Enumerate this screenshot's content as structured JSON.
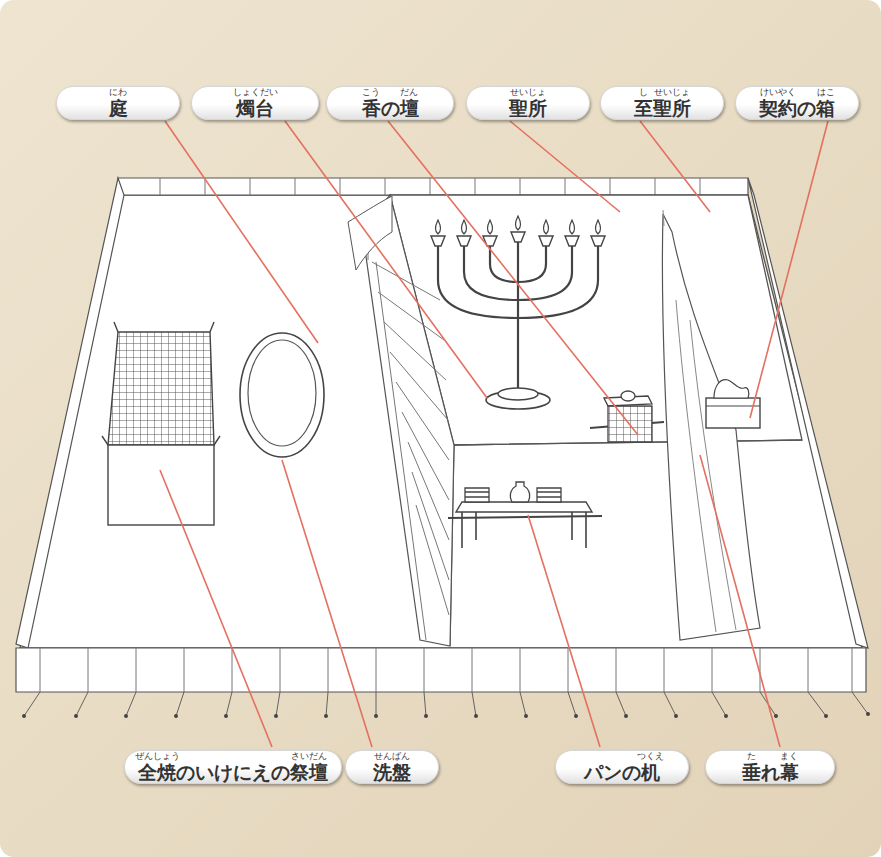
{
  "diagram": {
    "nodes": [
      {
        "text": [
          "庭",
          "にわ"
        ]
      },
      {
        "text": [
          "燭台",
          "しょくだい"
        ]
      },
      {
        "text": [
          "香の壇",
          "こう",
          "だん"
        ]
      },
      {
        "text": [
          "聖所",
          "せいじょ"
        ]
      },
      {
        "text": [
          "至聖所",
          "し",
          "せいじょ"
        ]
      },
      {
        "text": [
          "契約の箱",
          "けいやく",
          "はこ"
        ]
      },
      {
        "text": [
          "全焼のいけにえの祭壇",
          "ぜんしょう",
          "さいだん"
        ]
      },
      {
        "text": [
          "洗盤",
          "せんばん"
        ]
      },
      {
        "text": [
          "パンの机",
          "つくえ"
        ]
      },
      {
        "text": [
          "垂れ幕",
          "た",
          "まく"
        ]
      }
    ]
  }
}
